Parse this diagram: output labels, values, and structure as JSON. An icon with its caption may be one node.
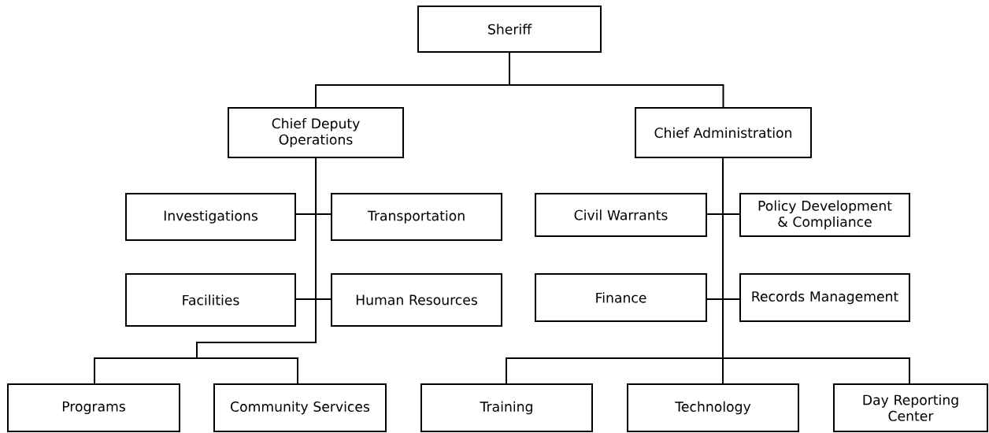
{
  "diagram": {
    "nodes": [
      {
        "text": [
          "Sheriff"
        ]
      },
      {
        "text": [
          "Chief Deputy Operations"
        ]
      },
      {
        "text": [
          "Chief Administration"
        ]
      },
      {
        "text": [
          "Investigations"
        ]
      },
      {
        "text": [
          "Transportation"
        ]
      },
      {
        "text": [
          "Civil Warrants"
        ]
      },
      {
        "text": [
          "Policy Development & Compliance"
        ]
      },
      {
        "text": [
          "Facilities"
        ]
      },
      {
        "text": [
          "Human Resources"
        ]
      },
      {
        "text": [
          "Finance"
        ]
      },
      {
        "text": [
          "Records Management"
        ]
      },
      {
        "text": [
          "Programs"
        ]
      },
      {
        "text": [
          "Community Services"
        ]
      },
      {
        "text": [
          "Training"
        ]
      },
      {
        "text": [
          "Technology"
        ]
      },
      {
        "text": [
          "Day Reporting Center"
        ]
      }
    ],
    "edges": [
      {
        "from": 0,
        "to": 1,
        "arrow": "none"
      },
      {
        "from": 0,
        "to": 2,
        "arrow": "none"
      },
      {
        "from": 1,
        "to": 3,
        "arrow": "none"
      },
      {
        "from": 1,
        "to": 4,
        "arrow": "none"
      },
      {
        "from": 1,
        "to": 7,
        "arrow": "none"
      },
      {
        "from": 1,
        "to": 8,
        "arrow": "none"
      },
      {
        "from": 1,
        "to": 11,
        "arrow": "none"
      },
      {
        "from": 1,
        "to": 12,
        "arrow": "none"
      },
      {
        "from": 2,
        "to": 5,
        "arrow": "none"
      },
      {
        "from": 2,
        "to": 6,
        "arrow": "none"
      },
      {
        "from": 2,
        "to": 9,
        "arrow": "none"
      },
      {
        "from": 2,
        "to": 10,
        "arrow": "none"
      },
      {
        "from": 2,
        "to": 13,
        "arrow": "none"
      },
      {
        "from": 2,
        "to": 14,
        "arrow": "none"
      },
      {
        "from": 2,
        "to": 15,
        "arrow": "none"
      }
    ]
  }
}
